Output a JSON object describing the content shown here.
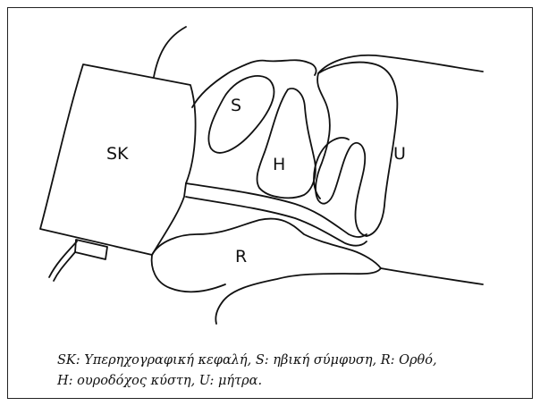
{
  "labels": {
    "transducer": "SK",
    "symphysis": "S",
    "bladder": "H",
    "uterus": "U",
    "rectum": "R"
  },
  "caption": {
    "line1": "SK: Υπερηχογραφική κεφαλή, S: ηβική σύμφυση, R: Ορθό,",
    "line2": "H: ουροδόχος κύστη, U: μήτρα."
  }
}
